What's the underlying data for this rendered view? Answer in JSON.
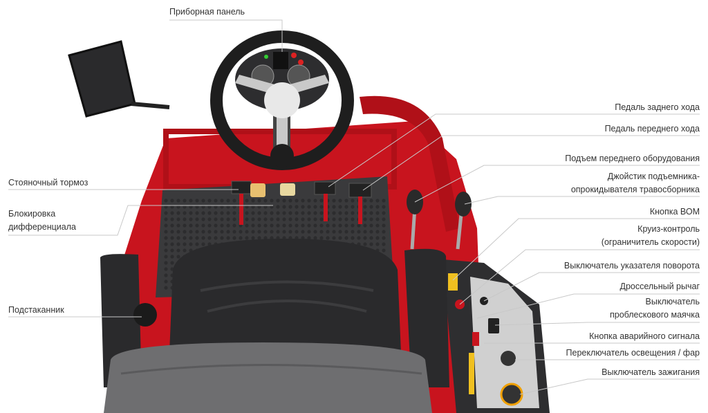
{
  "title_label": "Приборная панель",
  "left_labels": [
    {
      "lines": [
        "Стояночный тормоз"
      ]
    },
    {
      "lines": [
        "Блокировка",
        "дифференциала"
      ]
    },
    {
      "lines": [
        "Подстаканник"
      ]
    }
  ],
  "right_labels": [
    {
      "lines": [
        "Педаль заднего хода"
      ]
    },
    {
      "lines": [
        "Педаль переднего хода"
      ]
    },
    {
      "lines": [
        "Подъем переднего оборудования"
      ]
    },
    {
      "lines": [
        "Джойстик подъемника-",
        "опрокидывателя травосборника"
      ]
    },
    {
      "lines": [
        "Кнопка ВОМ"
      ]
    },
    {
      "lines": [
        "Круиз-контроль",
        "(ограничитель скорости)"
      ]
    },
    {
      "lines": [
        "Выключатель указателя поворота"
      ]
    },
    {
      "lines": [
        "Дроссельный рычаг"
      ]
    },
    {
      "lines": [
        "Выключатель",
        "проблескового маячка"
      ]
    },
    {
      "lines": [
        "Кнопка аварийного сигнала"
      ]
    },
    {
      "lines": [
        "Переключатель освещения / фар"
      ]
    },
    {
      "lines": [
        "Выключатель зажигания"
      ]
    }
  ],
  "colors": {
    "body_red": "#c8141e",
    "seat_dark": "#2a2a2c",
    "floor": "#3a3a3c",
    "leader_line": "#c8c8c8"
  }
}
